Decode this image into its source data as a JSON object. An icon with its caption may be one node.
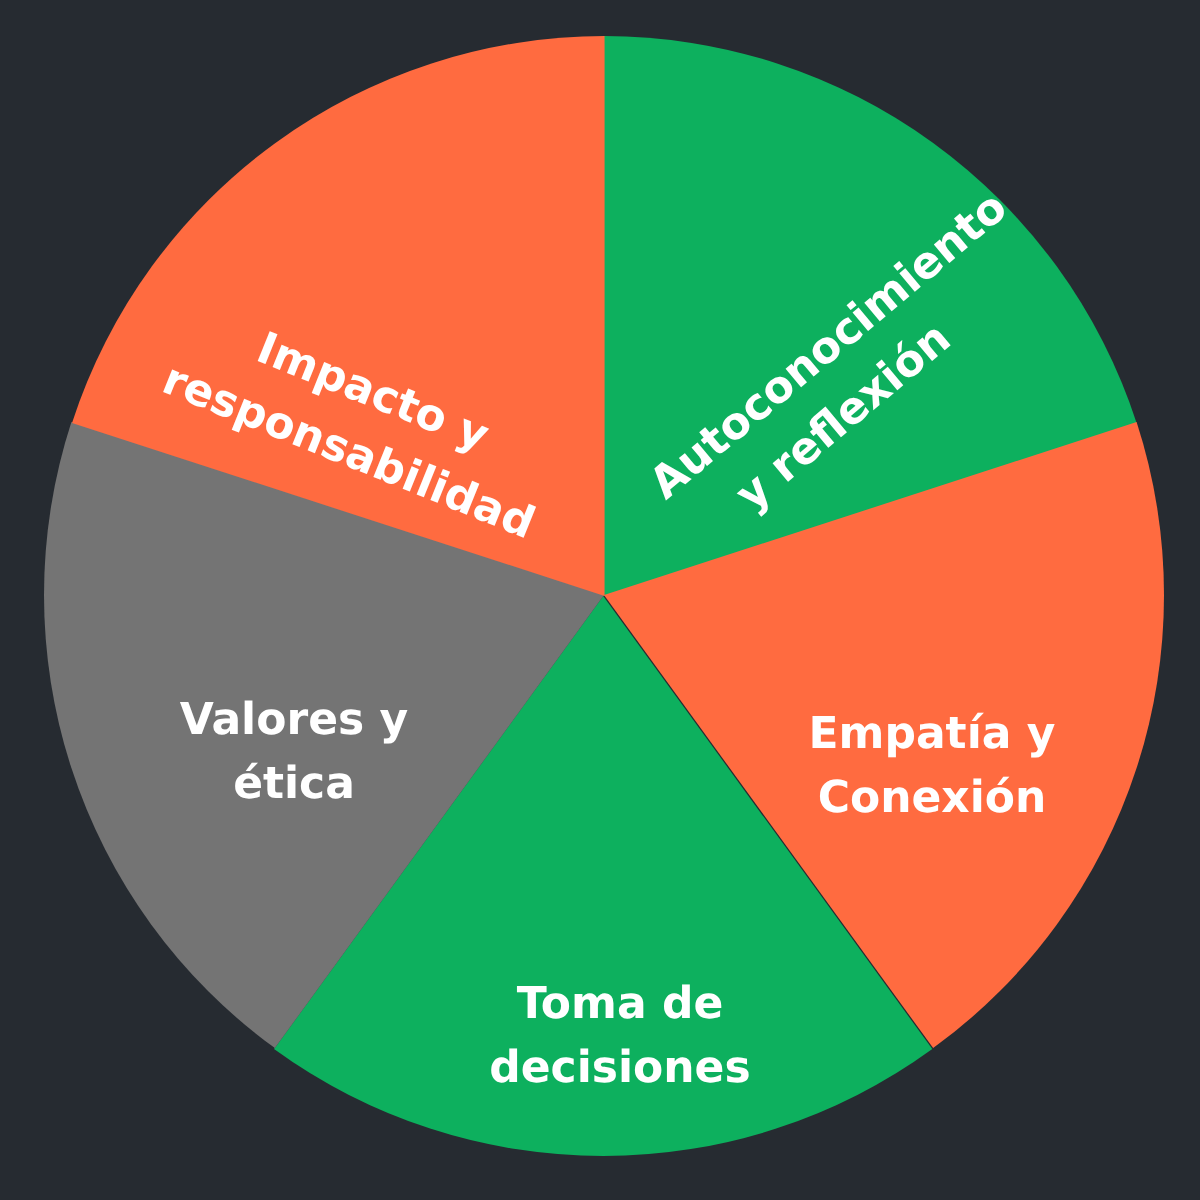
{
  "diagram": {
    "nodes": [
      {
        "text": [
          "Autoconocimiento y reflexión"
        ]
      },
      {
        "text": [
          "Empatía y Conexión"
        ]
      },
      {
        "text": [
          "Toma de decisiones"
        ]
      },
      {
        "text": [
          "Valores y ética"
        ]
      },
      {
        "text": [
          "Impacto y responsabilidad"
        ]
      }
    ]
  }
}
